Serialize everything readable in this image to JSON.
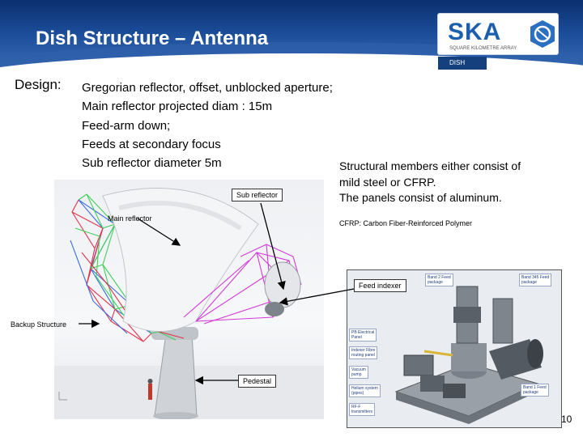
{
  "header": {
    "title": "Dish Structure – Antenna",
    "logo_text": "SKA",
    "logo_sub": "SQUARE KILOMETRE ARRAY",
    "tag": "DISH"
  },
  "design": {
    "label": "Design:",
    "lines": [
      "Gregorian reflector, offset, unblocked aperture;",
      "Main reflector projected diam : 15m",
      "Feed-arm down;",
      "Feeds at secondary focus",
      "Sub reflector diameter 5m"
    ]
  },
  "structure_text": {
    "lines": [
      "Structural members either consist of",
      "mild steel or CFRP.",
      "The panels consist of aluminum."
    ],
    "cfrp_note": "CFRP: Carbon Fiber-Reinforced Polymer"
  },
  "callouts": {
    "sub_reflector": "Sub reflector",
    "main_reflector": "Main reflector",
    "feed_indexer": "Feed indexer",
    "backup_structure": "Backup Structure",
    "pedestal": "Pedestal"
  },
  "feed_labels": {
    "band2": [
      "Band 2 Feed",
      "package"
    ],
    "band345": [
      "Band 345 Feed",
      "package"
    ],
    "pb_panel": [
      "PB Electrical",
      "Panel"
    ],
    "indexer_fibre": [
      "Indexer Fibre",
      "routing panel"
    ],
    "vacuum": [
      "Vacuum",
      "pump"
    ],
    "helium": [
      "Helium system",
      "(pipes)"
    ],
    "rfof": [
      "RF-F",
      "transmitters"
    ],
    "band1": [
      "Band 1 Feed",
      "package"
    ]
  },
  "page_number": "10",
  "colors": {
    "header_dark": "#0b2f6e",
    "logo_blue": "#1b5fae",
    "truss_green": "#3fcf5a",
    "truss_red": "#e0334a",
    "truss_blue": "#3d6de0",
    "truss_magenta": "#d23ad8"
  }
}
